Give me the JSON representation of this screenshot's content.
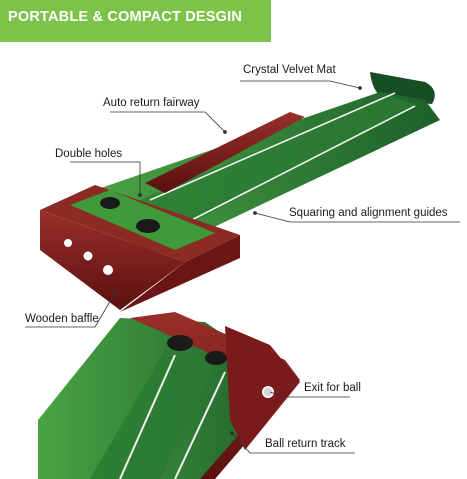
{
  "banner": {
    "title": "PORTABLE & COMPACT DESGIN",
    "color": "#7dc34a"
  },
  "callouts": {
    "crystal_velvet_mat": "Crystal Velvet Mat",
    "auto_return_fairway": "Auto return fairway",
    "double_holes": "Double holes",
    "squaring_guides": "Squaring and alignment guides",
    "wooden_baffle": "Wooden baffle",
    "exit_for_ball": "Exit for ball",
    "ball_return_track": "Ball return track"
  },
  "colors": {
    "wood": "#7a1a1a",
    "turf_dark": "#1f6b2a",
    "turf_light": "#3f9a3a",
    "line_white": "#f2f2f2"
  }
}
